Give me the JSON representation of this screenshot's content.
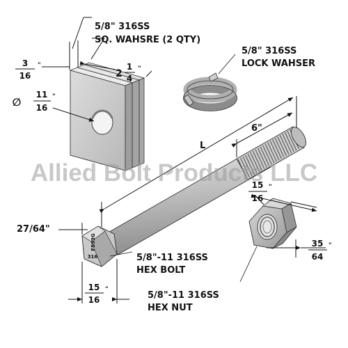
{
  "washer_label_line1": "5/8\" 316SS",
  "washer_label_line2": "SQ. WAHSRE (2 QTY)",
  "lock_label_line1": "5/8\" 316SS",
  "lock_label_line2": "LOCK WAHSER",
  "thickness": {
    "num": "3",
    "den": "16",
    "mark": "\""
  },
  "hole_diameter": {
    "symbol": "∅",
    "num": "11",
    "den": "16",
    "mark": "\""
  },
  "washer_width": {
    "whole": "2",
    "num": "1",
    "den": "4",
    "mark": "\""
  },
  "thread_length": "6\"",
  "bolt_length": "L",
  "nut_across_flats": {
    "num": "15",
    "den": "16",
    "mark": "\""
  },
  "head_height": "27/64\"",
  "nut_thickness": {
    "num": "35",
    "den": "64",
    "mark": "\""
  },
  "head_across_flats": {
    "num": "15",
    "den": "16",
    "mark": "\""
  },
  "bolt_label_line1": "5/8\"-11 316SS",
  "bolt_label_line2": "HEX BOLT",
  "nut_label_line1": "5/8\"-11 316SS",
  "nut_label_line2": "HEX NUT",
  "head_mark_top": "F593G",
  "head_mark_bottom": "316",
  "watermark": "Allied Bolt Products LLC",
  "colors": {
    "metal_light": "#d8d8d8",
    "metal_mid": "#b4b4b4",
    "metal_dark": "#8c8c8c",
    "line": "#111111"
  }
}
